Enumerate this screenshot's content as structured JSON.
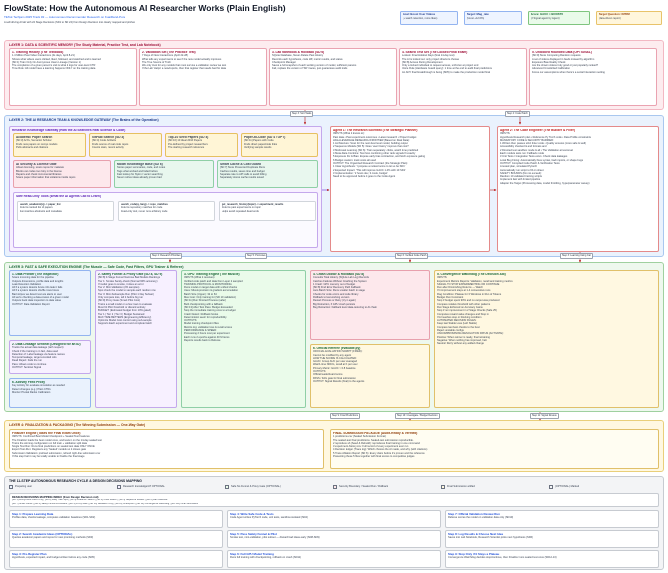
{
  "header": {
    "title": "FlowState: How the Autonomous AI Researcher Works (Plain English)",
    "subtitle": "TikTok Techjam 2025 Track #2 — Autonomous Recommender Research on KuaiRand-Pure",
    "tagline": "A self-driving AI lab with 24 Stage Decisions (SD1 to SD 24) from Design Decision into clearly mapped and pitched",
    "kpis": [
      {
        "label": "Goal: Boost User Videos",
        "sub": "(+ watch retention, more likes)"
      },
      {
        "label": "Target: Mag_rate",
        "sub": "(boost +12.6%)"
      },
      {
        "label": "Score: GAUC > BOOST6",
        "sub": "(2 Signal agent by Agent)"
      },
      {
        "label": "Target Question: KPRM",
        "sub": "(data-driven report)"
      }
    ]
  },
  "layer1": {
    "title": "LAYER 1: DATA & SCIENTIFIC MEMORY (The Study Material, Practice Test, and Lab Notebook)",
    "cards": [
      {
        "title": "1. Training History (The Textbook)",
        "lines": [
          "1.4 Million Past Video Interactions (4s days, April 8-21)",
          "Shows what videos users clicked, liked, followed, and watched and is learned",
          "[SD 1] Train Only On Anonymous Users Lineage (Version 1)",
          "The completion of a given person's visit is what it logs for user-level CTR",
          "Time Rule: All model have a learning happens ONLY on the training data"
        ]
      },
      {
        "title": "2. Validation Set (The Practice Test)",
        "lines": [
          "7 Days of New Interactions (April 22-28)",
          "What tells any experiments to see if the new model actually improves",
          "The True Source of Truth",
          "We only trust for any models that must survive a validation review we test",
          "If the Lab 'Helps' a new/reports, then that register that needs bad for data"
        ]
      },
      {
        "title": "3. Lab Notebook & Rollback (SD 6)",
        "lines": [
          "SQLite Database, Never-Delete Past History",
          "Records each hypothesis, code diff, metric results, and status",
          "Checkpoint Manager",
          "Saves a full snapshot of each working version of model, sufficient params",
          "Fail, replace the version of 'SD' traces, just guarantees audit trails"
        ]
      },
      {
        "title": "4. Sealed Test Set (The Locked Final Exam)",
        "lines": [
          "Locked. Final Holdout Days (final 14-day test)",
          "The AI is locked out: only project directors choose",
          "[SD 8] Access During Development",
          "Only a locked individual to request access, unfrozen at project end",
          "Voice Rule (Hardware Guard query): 1 time at the end to audit final predictions",
          "An ANY final breakthrough is being (SD5) to make the production model final"
        ]
      },
      {
        "title": "5. Unlocked Rounded Data (OPTIONAL)",
        "lines": [
          "[SD 9] Store Computing Random requests",
          "A set of videos displayed in feeds instead by algorithm",
          "Exposure Bias Reality Check",
          "Are the shown videos truly good or just popularly ranked?",
          "Advanced Unsolicited Calibration",
          "Focus our assumptions when there's a social Interaction setting"
        ]
      }
    ]
  },
  "layer2": {
    "title": "LAYER 2: THE AI RESEARCH TEAM & KNOWLEDGE GATEWAY (The Brains of the Operation)",
    "gateway_title": "Research Knowledge Gateway (How the AI Searches Real Science & Code)",
    "gateway_cards": [
      {
        "title": "Academic Paper Search",
        "lines": [
          "[SD 3] ArXiv, Semantic Scholar",
          "Finds new papers on recsys models",
          "Pulls abstracts and citations"
        ]
      },
      {
        "title": "GitHub Search (SD 3)",
        "lines": [
          "[SD 4] Code Artifacts",
          "Finds source of real code repos",
          "Counts stars, recent activity"
        ]
      },
      {
        "title": "Top-10 Seed Papers (SD 4)",
        "lines": [
          "[SD 10] 10 Ideal 2016 Papers",
          "Pre-defined by project researchers",
          "The starting research reference"
        ]
      },
      {
        "title": "Paper-to-Code (SD 4 / OPT)",
        "lines": [
          "[SD 11] Papers with Code",
          "Finds direct paper/code links",
          "Verifying sample results"
        ]
      },
      {
        "title": "AI Security & License Gate",
        "lines": [
          "Allows licensing, scans repos for malware",
          "Blocks out codes too risky in the license",
          "Repairs and check incremental libraries",
          "Scans paper information that violations inside repos"
        ]
      },
      {
        "title": "Model Knowledge Base (SD 6)",
        "lines": [
          "Stores paper summaries, code, and notes",
          "Tags what worked and failed before",
          "Fast lookup for Nylon / vector searching",
          "Never retries ideas already proven bad"
        ]
      },
      {
        "title": "Smart Cache & Cost Guard",
        "lines": [
          "[SD 7] Store Prevented Duplicate Runs",
          "Caches results, saves time and budget",
          "Separate rate to API calls to avoid billing",
          "Separately stores cache results saved"
        ]
      }
    ],
    "safe_tools_title": "Safe Read-Only Tools (What the AI Agents Call to Learn)",
    "safe_tools": [
      {
        "line1": "search_academic(q) -> paper_list",
        "line2": "Returns ranked list of papers",
        "line3": "Summarizes abstracts and metadata"
      },
      {
        "line1": "search_code(q, lang) -> repo_matches",
        "line2": "Returns repository matches for code",
        "line3": "Read-only tool, never runs arbitrary code"
      },
      {
        "line1": "get_research_history(topic) -> experiment_results",
        "line2": "Returns past experiments on topic",
        "line3": "Helps avoid repeated dead ends"
      }
    ],
    "agent1": {
      "title": "Agent 1: The Research Scientist (The Strategic Planner)",
      "lines": [
        "INPUTS (What it knows to):",
        "Past data • Past experiment outcomes • Latest research • Project budget",
        "HIGH-LEVERAGE RESEARCH FRONTIER (Based on Real Data):",
        "1 Architecture: Scan for the next-best level model, building output",
        "2 Sequence Models (SD 5): Does 'user history' improve that cost?",
        "3 Multi-task Learning (SD 6): Train separately: clicks, watch time predicted",
        "4 Meta-Data Combine: Test how combining other rank signals fit exactly",
        "5 Exposure Fix & Bias: Expose early bias contraction, and fetch exposure gating",
        "6 Budget caution: track costs all used",
        "OUTPUT: The Organized Research Contract (the Strategic Plan):",
        "1 Clear Hypothesis: 'I propose a ranked score to let us be SD1'",
        "2 Expected Impact: 'This will improve GAUC 1.4% with 10 SD1'",
        "3 Implementation: '2 hours dev, 3 costs, budget'",
        "Need to be approved before it goes to the Code Agent"
      ]
    },
    "agent2": {
      "title": "Agent 2: The Code Engineer (The Builder & Fixer)",
      "lines": [
        "INPUTS:",
        "Hypothesis Research plan • Reference Py Torch code • Data Profile constraints",
        "MANDATORY CODE & SECURITY BARRIER:",
        "1 Written then passes strict linter code • Quality ensures (more safe & well)",
        "Accessibility checked & and formats and",
        "2 Directed test sandbox mode & all • The Validation at test-level",
        "Each module tests run: Fallback mode",
        "3 Unit Tests / Integration Tests exist • Check data leakages",
        "Local Bug Fixing: Automatically fixes syntax, bad imports, or shape bugs",
        "OUTPUT: Compiled Code Patch & Verification Tests",
        "A tested plan, simulated Pytorch",
        "Automatically run script to fill on sheet",
        "SAFETY BOUNDS (Do not exceed):",
        "Random 10 validated training scripts",
        "Implement fast with limited pipeline",
        "Adapter the Target (Processing data, model throttling, hyperparameter sweep)"
      ]
    }
  },
  "layer3": {
    "title": "LAYER 3: FAST & SAFE EXECUTION ENGINE (The Muscle — Safe Code, Fast Filters, GPU Trainer & Referee)",
    "cards": [
      {
        "title": "1. Data Profiler (The Inspector)",
        "lines": [
          "Scans incoming data for the pipeline",
          "Outputs dimensions, profile data and lengths",
          "Leak Detection Validation",
          "All If a system detects future info leak it fails",
          "All If a system detects shuffle rows future",
          "Bad stripes we detect test are alerts to user",
          "All we're checking a data-review of a given model",
          "Outputs back data inspection to data value",
          "OUTPUT: Data Validation Report"
        ]
      },
      {
        "title": "2. Safety Funnel & Proxy Gate (SD 8, SD 9)",
        "lines": [
          "[SD 8] 3-Stage Funnel Narrows Bad Models Rankings",
          "Tier 1: Smoke Sanity-check (Normal 90% accuracy)",
          "If model goes to smoke, it does an error",
          "Tier 2: Mini-Validation (2% samples)",
          "Spot check the model to sample each random row",
          "Tier 3: Mini-Subsample Run (Pilot 1 Day Subset)",
          "Only compare loss, tell it before big run",
          "[SD 9] Proxy Gate (Smart Pilot Cost)",
          "Trains a small model on a few rows to evaluate",
          "Must hit Pilot threshold or discard entirely",
          "BUDGET: (Estimated budget from 10% gated)",
          "Tier 1 | Tier 2 | Tier 3 | Budget Sustained",
          "MAX TIME BETTERS (Engineering Efficiency)",
          "Optimize Model Cost control using sub-sample",
          "Supports Each experiment and complete batch"
        ]
      },
      {
        "title": "3. GPU Training Engine (The Muscle)",
        "lines": [
          "INPUTS (What it receives):",
          "Verified code patch and data from Layer 2 sampled",
          "TRAINING PROTOCOL & MONITORING:",
          "Runs model on target data with unified checks",
          "Uses: Mixed-precision & gradient accumulation",
          "Batch Size (Upper): 32 to 64",
          "Max Cost: Only training for (SD 10 validation)",
          "[SD 11] Run Shorted Process (safer)",
          "Built checkpointing with a fallback",
          "[SD 13] After Test Pass: Budget Exceeded",
          "Stop the immediate training once to a budget",
          "Crash Detect: Rollback hooks",
          "Deterministic seed: for reproducibility",
          "OUTPUTS:",
          "Model training checkpoint files",
          "Metrics log: validation loss & recall scores",
          "PERFORMANCE & SPEED:",
          "Processing 2 hours cost per experiment",
          "Each runs 2 epochs against 40 M items",
          "Reports results back to Referee"
        ]
      },
      {
        "title": "4. Crash Doctor & Rollback (SD 8)",
        "lines": [
          "Consults Total History (SQLite Lab Log) Records",
          "Catches Failures Without Crashing the System",
          "1 Crash: GPU memory out of budget",
          "[SD 8] Find Error Recovery Path Fallback",
          "Auto Batch Size: Runs smaller batch in stage",
          "Checks for code errors and code library",
          "Rollback to last working version",
          "Restart Process or Retry (try it again)",
          "Big Retraction, if GPU crash persists",
          "Bug Retraction: Fallback level data-restoring to AI chain"
        ]
      },
      {
        "title": "5. Convergence Watchdog (The Decision Aid)",
        "lines": [
          "INPUTS:",
          "Experiment Metrics Reports: Validation, recall and training metrics",
          "SIGNAL TO STOP EXPERIMENTING OR CONTINUE",
          "Run after Diminishing Returns — Watch",
          "If it improvement stays at 1-4 consecutive runs",
          "Flag Condition: Plateau for 3 Windows in Run of Tokens",
          "Budget Run Constraint",
          "Stop if budget spent 90% and no output was produced",
          "Compare relative threshold with other patterns",
          "Run Stage Enforced on Accuracy Gains",
          "Stop if no improvement in 2 Stage Checks (Safe 25)",
          "Computes reward value changes and Stop in",
          "If AI reaches stop or blocking condition",
          "AUTOMATED DECISION RULES:",
          "Keep last Stable Loss (Left Stable)",
          "Compare last best checks to the best",
          "Reject unstable configs",
          "UNCOMPROMISING RESOLUTION PATHS (ACTIVATE):",
          "Positive: When winner is ready, final retraining",
          "Negative: When nothing has improved, halt",
          "Neutral: Retry without any added change"
        ]
      },
      {
        "title": "2. Data Leakage Sentinel (Designed for an ID)",
        "lines": [
          "Tracks the actual data leakage (with respect)",
          "Check if the training is in fact, data used",
          "Detection of: Label leakage via feature names",
          "Temporal leakage, target encoded cols",
          "Dead Reject: Fails the run",
          "Pass: Allows code to continue",
          "OUTPUT: Sentinel Signal"
        ]
      },
      {
        "title": "6. Activity Feed Proxy",
        "lines": [
          "Key Activity for evaluate simulation as needed",
          "Detect changes (e.g.) Plain CTRs",
          "Monitor Pivotal Ranks Calibration"
        ]
      },
      {
        "title": "6. Official Referee (evaluate.py)",
        "lines": [
          "OFFICIAL EVALUATION SCRIPT (FIXED):",
          "Cannot be modified by any agent",
          "HOW THE SCORE IS CALCULATED:",
          "GAUC: Group AUC per user averaged",
          "Watch-time NDCG, recall at K per user",
          "Primary Metric: GAUC > 0.8 baseline",
          "OUTPUTS:",
          "Official leaderboard score",
          "PASS / FAIL gate for final submission",
          "OUTPUT: Signal Results (final) to the agents"
        ]
      }
    ]
  },
  "layer4": {
    "title": "LAYER 4: FINALIZATION & PACKAGING (The Winning Submission — One-Way Gate)",
    "left": {
      "title": "Finalizer Engine (Takes the Final Exam Once)",
      "lines": [
        "INPUTS: Confirmed Best Model Checkpoint + Sealed Test Features",
        "The Finalizer loads the best model once, and tests it on the 14-day sealed test",
        "Trains the winning configuration on full train + validation split data",
        "Single Test Run: Runs final predictions on sealed test data ONLY ONCE",
        "Export Test-Run: Registers any 'Sealed' models so it closes gate",
        "Submission Validation: prefixed submission, refresh right-line submission.csv",
        "If this step Fail it may be totally unable to finalize the final stage"
      ]
    },
    "right": {
      "title": "FINAL SUBMISSION PACKAGE (Audit-Ready & Verified)",
      "lines": [
        "1 predictions.csv (Sealed Submission Format)",
        "The sealed-test final predictions. Sealed-test submission reproducible.",
        "2 reproduce.sh (Seed & Rebuild): reproduces final training in one command",
        "3 experiment-history.csv: Full record of every experiment ever run",
        "4 Decision ledger (Trace log): Which choices the AI made, and why (with citations)",
        "5 Trace Ablation Report (SD 6): Every claim before it's proven and the reference",
        "Presenting these 5 files together with final scores to competitive judges"
      ]
    }
  },
  "layer5": {
    "title": "THE 11-STEP AUTONOMOUS RESEARCH CYCLE & DESIGN DECISIONS MAPPING",
    "legend": [
      "Preparing user",
      "Research knowledge/AT OPTIONAL",
      "Safe No Funnel & Proxy Gate (OPTIONAL)",
      "Security Boundary / Sealed Run / Rollback",
      "Final Submission artifact",
      "(OPTIONAL) Marked"
    ],
    "mapping_title": "DESIGN DECISIONS MAPPING INDEX (from Design Decision md)",
    "mapping_lines": [
      "[SD 1] Anonymous Users Only | [SD 2] Daily Train Split | [SD 3] Academic Search | [SD 4] Code Search | [SD 5] Sequence Models | [SD 6] Lab Notebook",
      "[SD 7] Smart Cache | [SD 8] Safety Funnel & Rollback | [SD 9] Proxy Gate | [SD 10] Validation Only | [SD 11] Checkpoint | [SD 12] Convergence Watchdog | [SD 13+] Final Submission"
    ],
    "steps": [
      {
        "title": "Step 1: Prepare Learning Data",
        "desc": "Profiles data, checks leakage, computes validation baselines (SD1-SD2)"
      },
      {
        "title": "Step 4: Write Safe Code & Tests",
        "desc": "Code Agent writes PyTorch code, unit tests, sandbox-isolated (SD4)"
      },
      {
        "title": "Step 7: Official Validation Review Run",
        "desc": "Referee scores the model on validation data only (SD10)"
      },
      {
        "title": "Step 2: Search Academic Ideas (OPTIONAL)",
        "desc": "Queries academic papers and repos for new promising methods (SD3)"
      },
      {
        "title": "Step 5: Pass Safety Funnel & Pilot",
        "desc": "Smoke test, mini-validation, pilot subset — discard bad ideas early (SD8-SD9)"
      },
      {
        "title": "Step 8: Log Results & Choose Next Idea",
        "desc": "Saves into Lab Notebook, Research Scientist picks next hypothesis (SD6)"
      },
      {
        "title": "Step 3: Pre-Register Plan",
        "desc": "Hypothesis, expected impact, and budget written before any code (SD5)"
      },
      {
        "title": "Step 6: Full GPU Model Training",
        "desc": "Runs full training with checkpointing, rollback on crash (SD11)"
      },
      {
        "title": "Step 9: Stop Only if It Stays a Plateau",
        "desc": "Convergence Watchdog decides stop/continue, then Finalizer runs sealed test once (SD12-13)"
      }
    ]
  },
  "arrows": [
    "Step 3: Sort Tasks",
    "Step 4: Code Patch",
    "Step 2: Research Priorities",
    "Step 5: Promotes",
    "Step 6: Verified Code Patch",
    "Step 3: Learning Using Cat",
    "Step 9: Final Predictions",
    "Step 10: Investigate / Budget Decision",
    "Step 11: Signal Review"
  ],
  "colors": {
    "layer1": "#fdecef",
    "layer2": "#eaf2fd",
    "layer3": "#eef8ee",
    "layer4": "#fff8e1",
    "layer5": "#f3f4f6"
  }
}
